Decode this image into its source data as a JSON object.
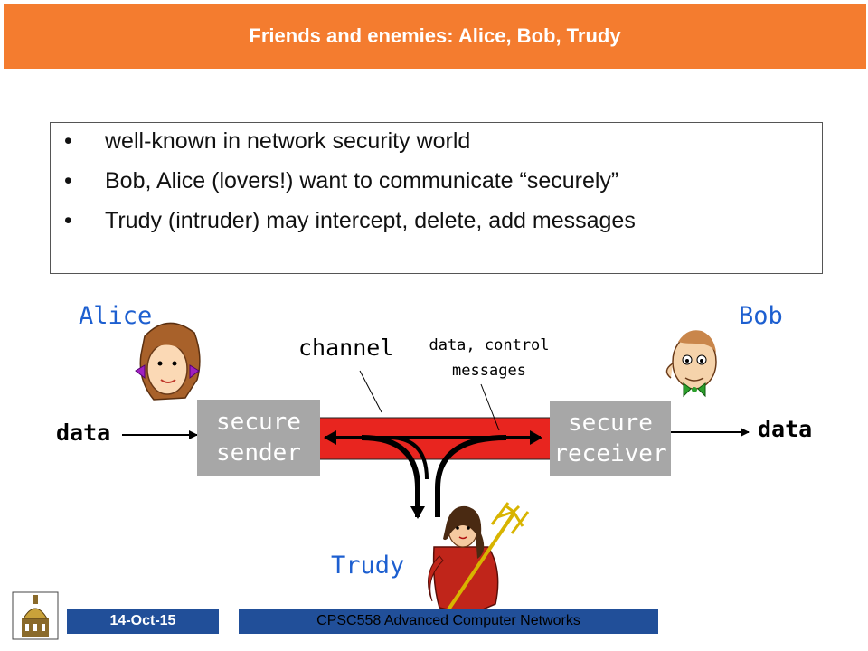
{
  "slide": {
    "title": "Friends and enemies: Alice, Bob, Trudy",
    "bullets": [
      "well-known in network security world",
      "Bob, Alice (lovers!) want to communicate “securely”",
      "Trudy (intruder) may intercept, delete, add messages"
    ]
  },
  "diagram": {
    "alice_label": "Alice",
    "bob_label": "Bob",
    "trudy_label": "Trudy",
    "channel_label": "channel",
    "messages_label_line1": "data, control",
    "messages_label_line2": "messages",
    "sender_line1": "secure",
    "sender_line2": "sender",
    "receiver_line1": "secure",
    "receiver_line2": "receiver",
    "data_in": "data",
    "data_out": "data"
  },
  "footer": {
    "date": "14-Oct-15",
    "course": "CPSC558 Advanced Computer Networks"
  },
  "colors": {
    "title_bar": "#f47c2f",
    "footer_bar": "#214f99",
    "channel": "#e8251f",
    "names": "#1d5fd0",
    "box": "#a7a7a7"
  }
}
